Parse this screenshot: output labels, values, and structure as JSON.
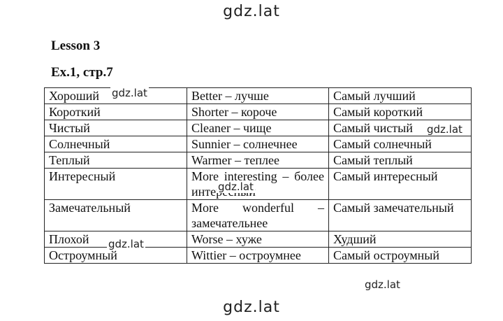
{
  "watermarks": {
    "top": "gdz.lat",
    "bottom": "gdz.lat",
    "inline_1": "gdz.lat",
    "inline_2": "gdz.lat",
    "inline_3": "gdz.lat",
    "inline_4": "gdz.lat",
    "inline_5": "gdz.lat"
  },
  "lesson_title": "Lesson 3",
  "exercise_ref": "Ex.1, стр.7",
  "table": {
    "rows": [
      [
        "Хороший",
        "Better – лучше",
        "Самый лучший"
      ],
      [
        "Короткий",
        "Shorter – короче",
        "Самый короткий"
      ],
      [
        "Чистый",
        "Cleaner – чище",
        "Самый чистый"
      ],
      [
        "Солнечный",
        "Sunnier – солнечнее",
        "Самый солнечный"
      ],
      [
        "Теплый",
        "Warmer – теплее",
        "Самый теплый"
      ],
      [
        "Интересный",
        "More interesting – более интересный",
        "Самый интересный"
      ],
      [
        "Замечательный",
        "More wonderful – замечательнее",
        "Самый замечательный"
      ],
      [
        "Плохой",
        "Worse – хуже",
        "Худший"
      ],
      [
        "Остроумный",
        "Wittier – остроумнее",
        "Самый остроумный"
      ]
    ]
  }
}
